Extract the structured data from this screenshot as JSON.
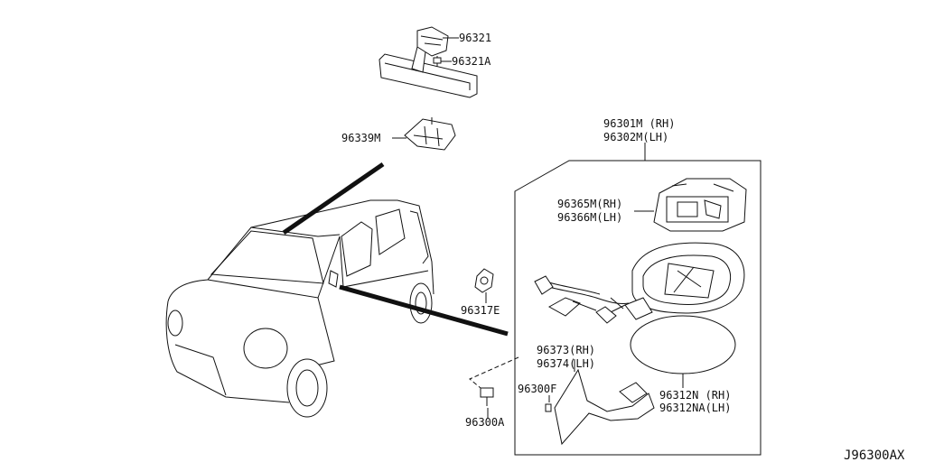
{
  "diagram": {
    "drawing_code": "J96300AX",
    "labels": {
      "p96321": "96321",
      "p96321A": "96321A",
      "p96339M": "96339M",
      "p96301M": "96301M (RH)",
      "p96302M": "96302M(LH)",
      "p96365M": "96365M(RH)",
      "p96366M": "96366M(LH)",
      "p96317E": "96317E",
      "p96373": "96373(RH)",
      "p96374": "96374(LH)",
      "p96300F": "96300F",
      "p96312N": "96312N (RH)",
      "p96312NA": "96312NA(LH)",
      "p96300A": "96300A"
    }
  }
}
